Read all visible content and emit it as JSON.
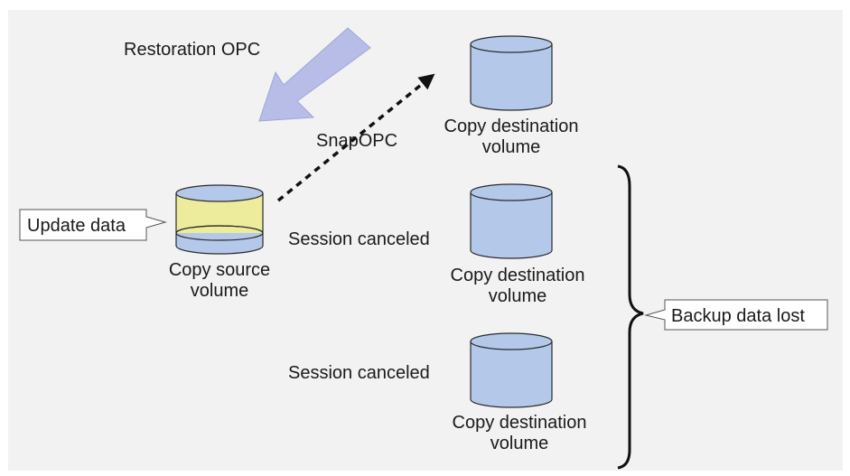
{
  "labels": {
    "restoration_opc": "Restoration OPC",
    "snap_opc": "SnapOPC",
    "update_data": "Update data",
    "source_line1": "Copy source",
    "source_line2": "volume",
    "dest_line1": "Copy destination",
    "dest_line2": "volume",
    "session_canceled": "Session canceled",
    "backup_data_lost": "Backup data lost"
  },
  "colors": {
    "background": "#f2f2f2",
    "volume_fill": "#b4c8ea",
    "volume_stroke": "#2b2b2b",
    "update_band": "#ecec9c",
    "restoration_arrow": "#b8bde8",
    "callout_fill": "#ffffff"
  }
}
